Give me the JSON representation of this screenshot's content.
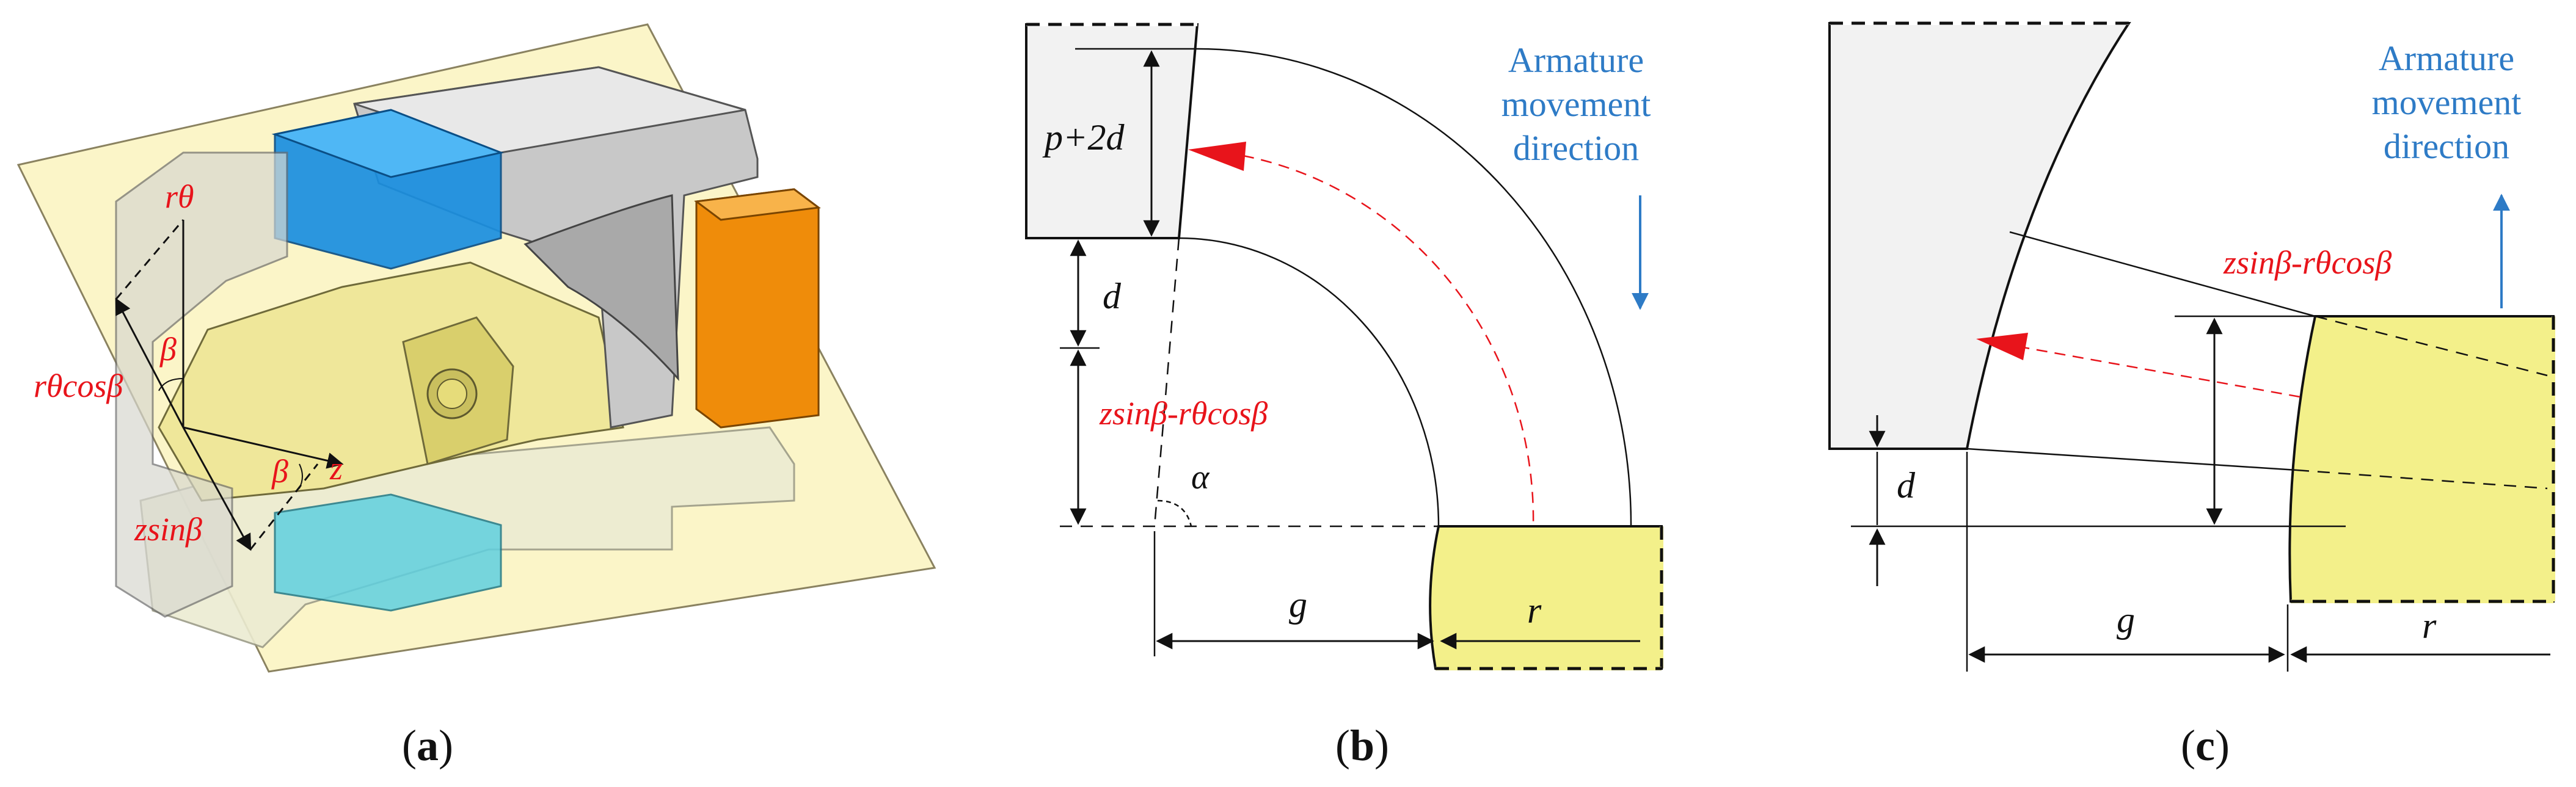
{
  "panel_a": {
    "label_r_theta": "rθ",
    "label_beta_top": "β",
    "label_r_theta_cos_beta": "rθcosβ",
    "label_beta_bottom": "β",
    "label_z": "z",
    "label_z_sin_beta": "zsinβ",
    "caption_open": "(",
    "caption_letter": "a",
    "caption_close": ")"
  },
  "panel_b": {
    "label_p_2d": "p+2d",
    "label_d": "d",
    "label_z_sin_beta_r_theta_cos_beta": "zsinβ-rθcosβ",
    "label_alpha": "α",
    "label_g": "g",
    "label_r": "r",
    "armature_line1": "Armature",
    "armature_line2": "movement",
    "armature_line3": "direction",
    "caption_open": "(",
    "caption_letter": "b",
    "caption_close": ")"
  },
  "panel_c": {
    "label_z_sin_beta_r_theta_cos_beta": "zsinβ-rθcosβ",
    "label_d": "d",
    "label_g": "g",
    "label_r": "r",
    "armature_line1": "Armature",
    "armature_line2": "movement",
    "armature_line3": "direction",
    "caption_open": "(",
    "caption_letter": "c",
    "caption_close": ")"
  },
  "colors": {
    "red_label": "#e8141b",
    "blue_label": "#2e7bc6",
    "armature_yellow": "#f3f08a",
    "stator_gray": "#f2f2f2",
    "plane_yellow": "#fbf5c8",
    "coil_blue": "#1a8fe0",
    "coil_cyan": "#5fd0e0",
    "coil_orange": "#ef8c0a"
  }
}
